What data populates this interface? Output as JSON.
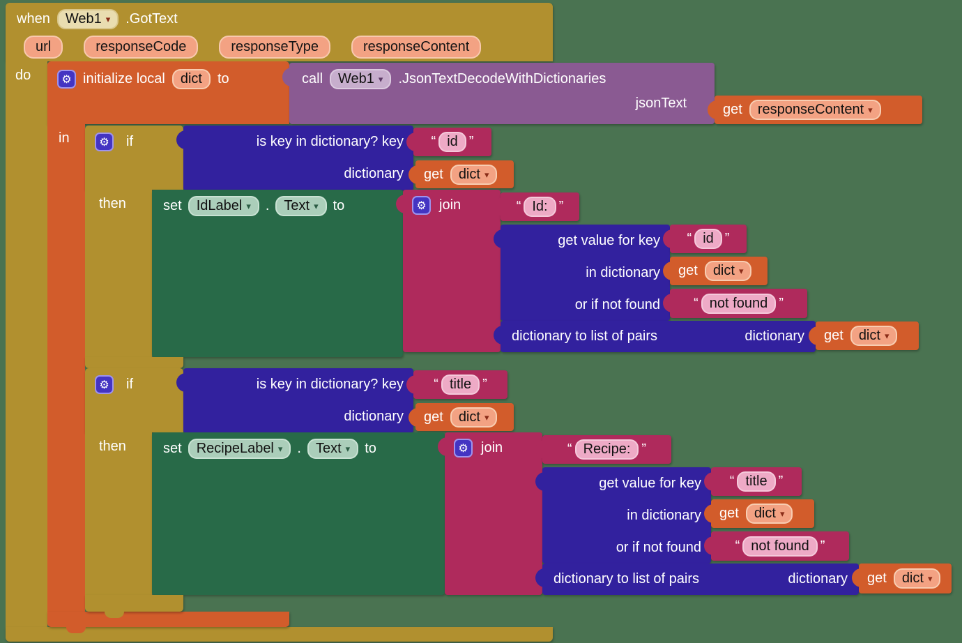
{
  "symbols": {
    "dropdown": "▾",
    "gear": "⚙",
    "dot": ".",
    "open_quote": "“",
    "close_quote": "”"
  },
  "canvas": {
    "background": "#4a7351"
  },
  "palette": {
    "gold": "#b1902f",
    "orange": "#d25c2b",
    "blue": "#32219e",
    "magenta": "#af2a5c",
    "green": "#286a48",
    "purple": "#8a5a92",
    "field_salmon": "#f3a283",
    "field_beige": "#e9ddb0",
    "field_lavender": "#c7aecd",
    "field_pink": "#eeaac6",
    "field_mint": "#abceba"
  },
  "when_block": {
    "keyword": "when",
    "component": "Web1",
    "event": ".GotText",
    "params": [
      "url",
      "responseCode",
      "responseType",
      "responseContent"
    ],
    "do_label": "do"
  },
  "init_block": {
    "label": "initialize local",
    "var_name": "dict",
    "to_label": "to",
    "in_label": "in"
  },
  "call_block": {
    "keyword": "call",
    "component": "Web1",
    "method": ".JsonTextDecodeWithDictionaries",
    "arg_label": "jsonText"
  },
  "get_response_content": {
    "keyword": "get",
    "var_name": "responseContent"
  },
  "if_blocks": [
    {
      "if_label": "if",
      "then_label": "then",
      "condition": {
        "line1": "is key in dictionary? key",
        "line2": "dictionary",
        "key": "id"
      },
      "cond_get": {
        "keyword": "get",
        "var_name": "dict"
      },
      "set": {
        "keyword": "set",
        "component": "IdLabel",
        "property": "Text",
        "to_label": "to"
      },
      "join": {
        "label": "join",
        "prefix": "Id:"
      },
      "gvfk": {
        "line1": "get value for key",
        "line2": "in dictionary",
        "line3": "or if not found",
        "key": "id",
        "not_found": "not found"
      },
      "gvfk_get": {
        "keyword": "get",
        "var_name": "dict"
      },
      "dtlop": {
        "label": "dictionary to list of pairs",
        "arg_label": "dictionary"
      },
      "dtlop_get": {
        "keyword": "get",
        "var_name": "dict"
      }
    },
    {
      "if_label": "if",
      "then_label": "then",
      "condition": {
        "line1": "is key in dictionary? key",
        "line2": "dictionary",
        "key": "title"
      },
      "cond_get": {
        "keyword": "get",
        "var_name": "dict"
      },
      "set": {
        "keyword": "set",
        "component": "RecipeLabel",
        "property": "Text",
        "to_label": "to"
      },
      "join": {
        "label": "join",
        "prefix": "Recipe:"
      },
      "gvfk": {
        "line1": "get value for key",
        "line2": "in dictionary",
        "line3": "or if not found",
        "key": "title",
        "not_found": "not found"
      },
      "gvfk_get": {
        "keyword": "get",
        "var_name": "dict"
      },
      "dtlop": {
        "label": "dictionary to list of pairs",
        "arg_label": "dictionary"
      },
      "dtlop_get": {
        "keyword": "get",
        "var_name": "dict"
      }
    }
  ]
}
